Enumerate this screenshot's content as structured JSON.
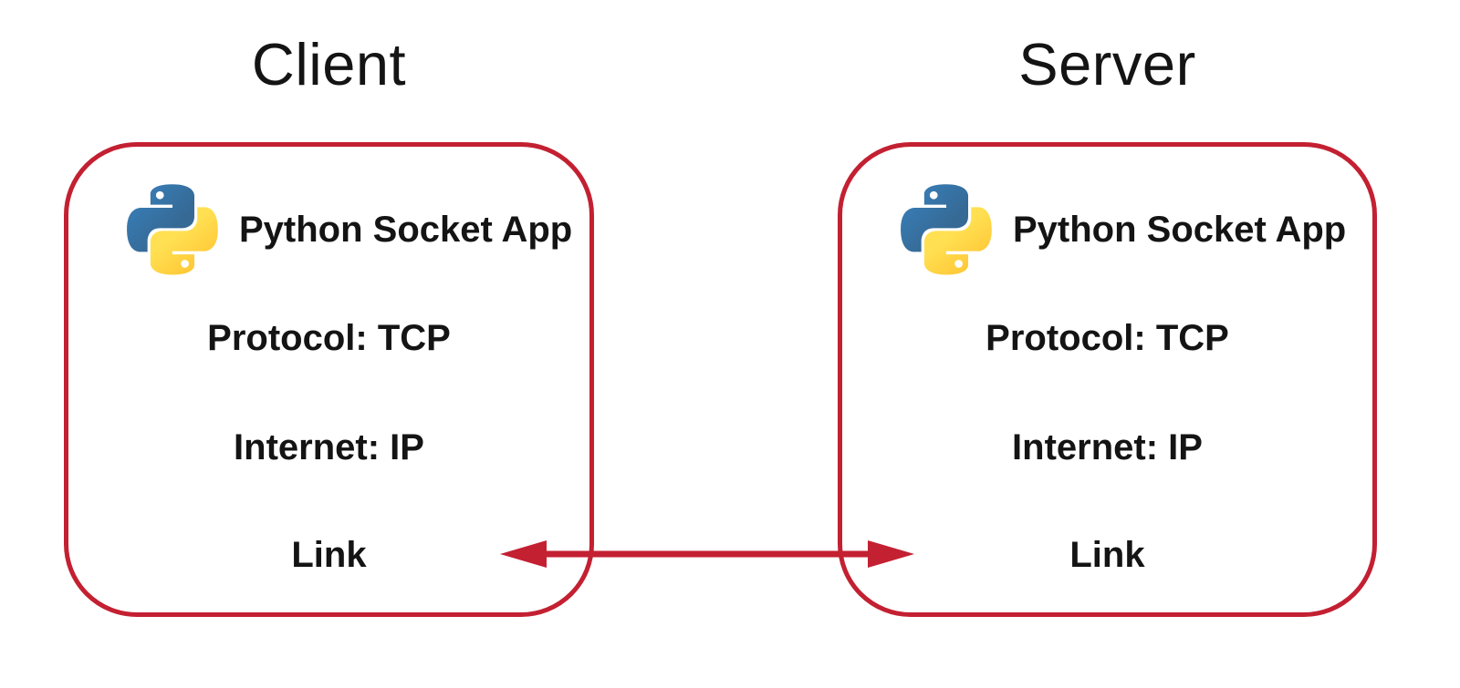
{
  "colors": {
    "accent_red": "#c32032",
    "text_color": "#141414",
    "background": "#ffffff",
    "python_blue_1": "#387eb8",
    "python_blue_2": "#366994",
    "python_yellow_1": "#ffe052",
    "python_yellow_2": "#ffc331"
  },
  "nodes": [
    {
      "id": "client",
      "title": "Client",
      "app_label": "Python Socket App",
      "protocol_label": "Protocol: TCP",
      "internet_label": "Internet: IP",
      "link_label": "Link"
    },
    {
      "id": "server",
      "title": "Server",
      "app_label": "Python Socket App",
      "protocol_label": "Protocol: TCP",
      "internet_label": "Internet: IP",
      "link_label": "Link"
    }
  ],
  "link_arrow": {
    "type": "bidirectional",
    "connects": "Client Link to Server Link"
  }
}
